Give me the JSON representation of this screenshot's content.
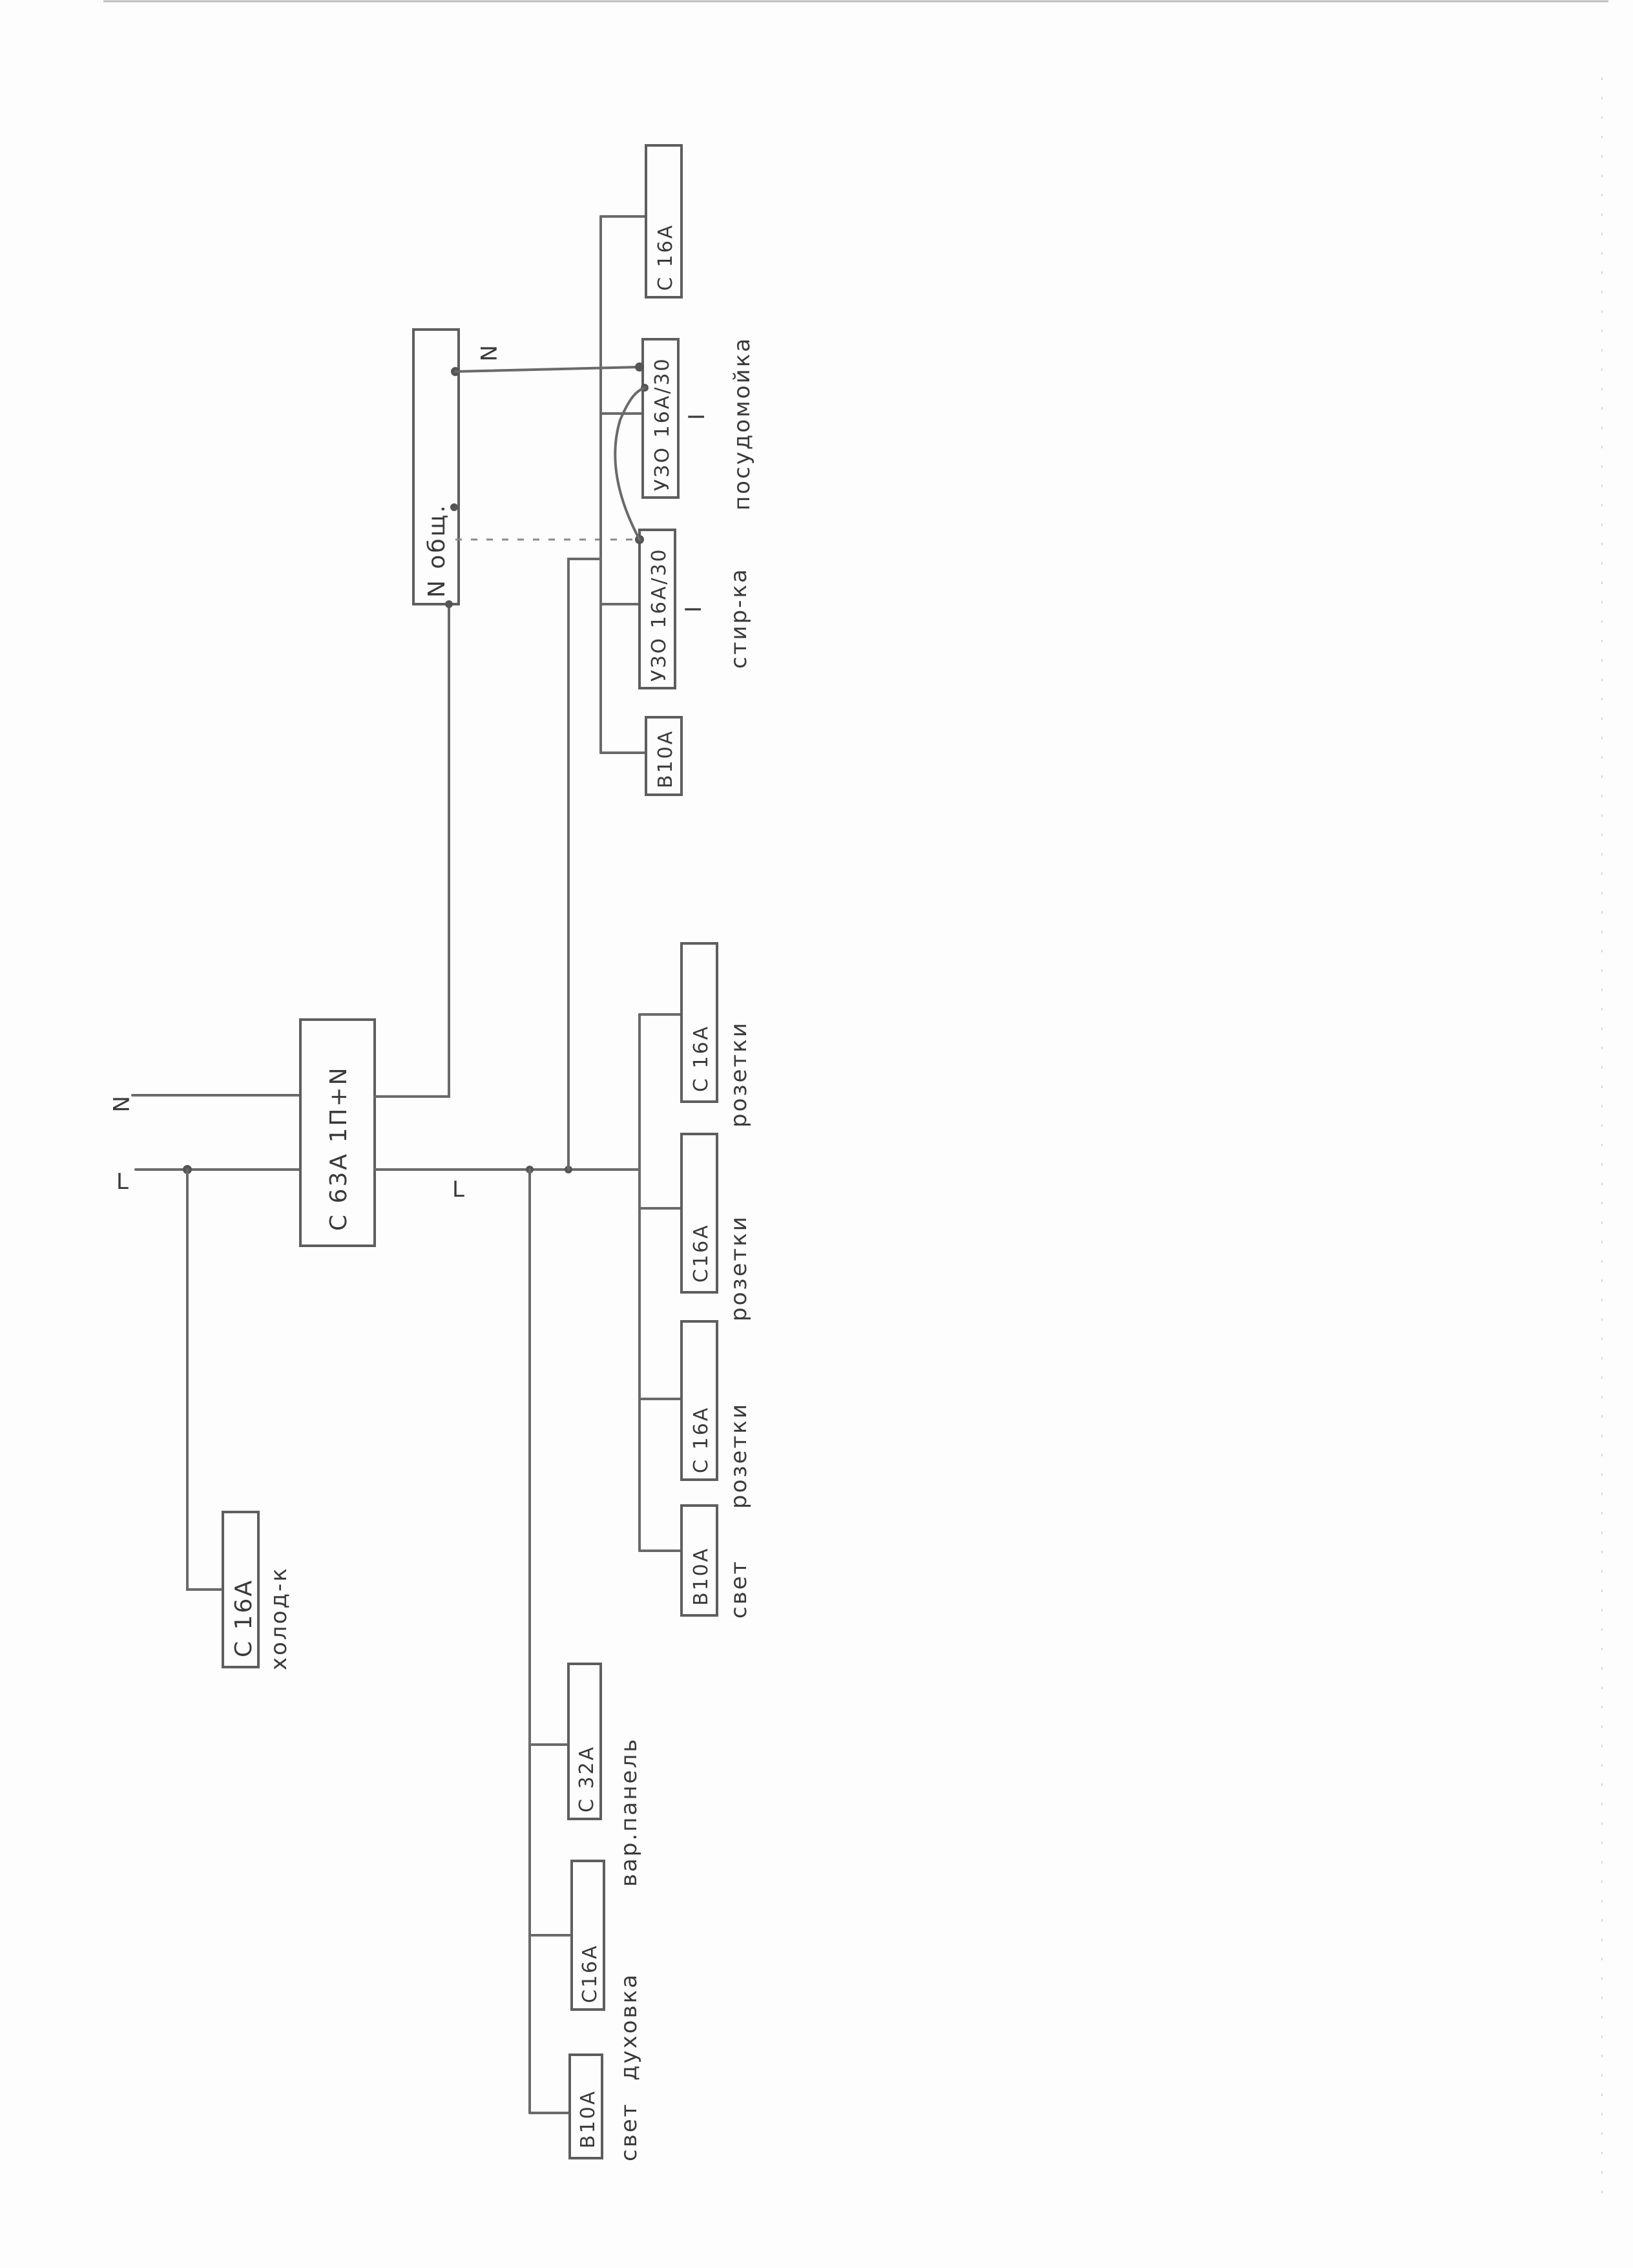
{
  "main": {
    "label": "C 63A 1П+N"
  },
  "lines": {
    "L_in": "L",
    "N_in": "N",
    "L_bus": "L",
    "N_top": "N"
  },
  "nbus": {
    "label": "N общ."
  },
  "fridge": {
    "label": "C 16A",
    "caption": "холод-к"
  },
  "group_left": {
    "b10": {
      "label": "B10A",
      "caption": "свет"
    },
    "c16": {
      "label": "C16A",
      "caption": "духовка"
    },
    "c32": {
      "label": "C 32A",
      "caption": "вар.панель"
    }
  },
  "group_mid": {
    "b10": {
      "label": "B10A",
      "caption": "свет"
    },
    "c16a": {
      "label": "C 16A",
      "caption": "розетки"
    },
    "c16b": {
      "label": "C16A",
      "caption": "розетки"
    },
    "c16c": {
      "label": "C 16A",
      "caption": "розетки"
    }
  },
  "group_right": {
    "b10": {
      "label": "B10A"
    },
    "rcd1": {
      "label": "УЗО 16А/30",
      "mark": "I",
      "caption": "стир-ка"
    },
    "rcd2": {
      "label": "УЗО 16А/30",
      "mark": "I",
      "caption": "посудомойка"
    },
    "c16": {
      "label": "C 16A"
    }
  },
  "icons": {
    "junction": "junction-dot-icon"
  }
}
